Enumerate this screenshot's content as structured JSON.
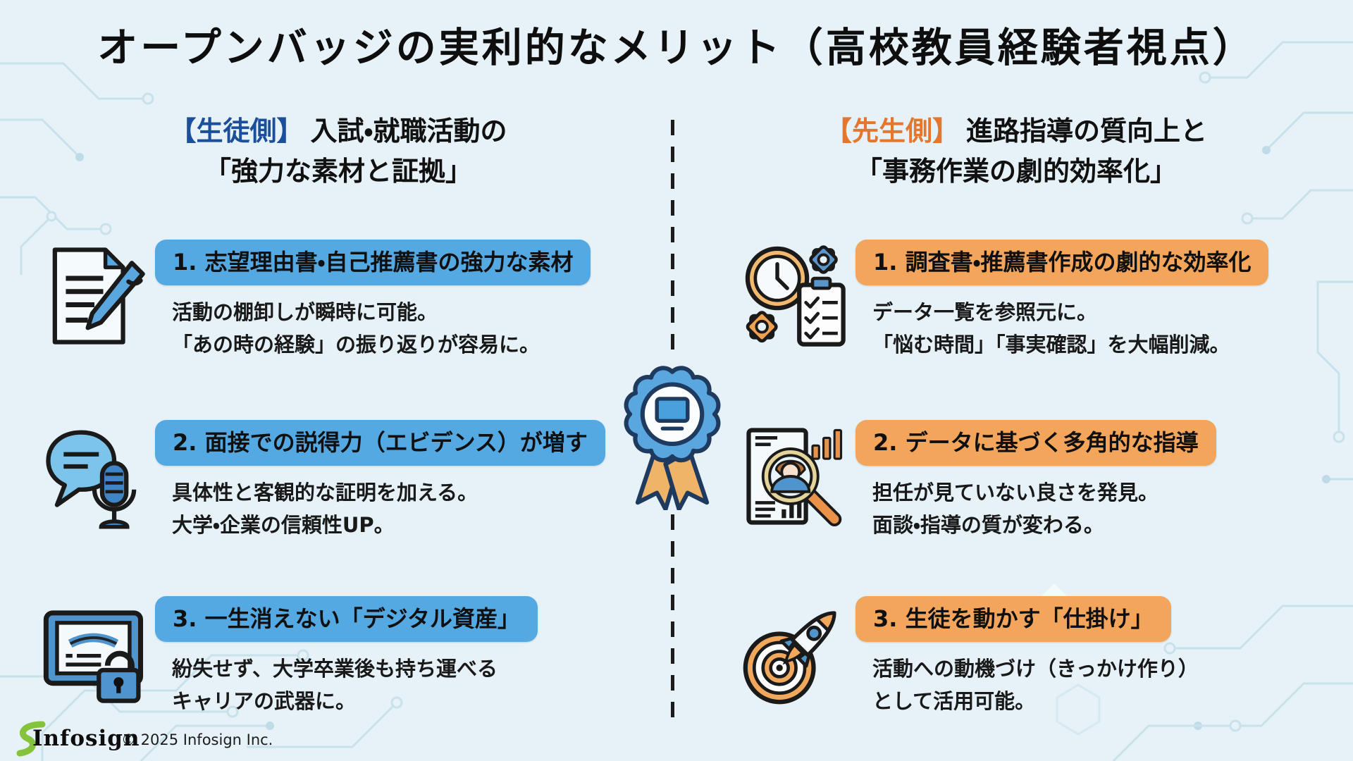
{
  "title": "オープンバッジの実利的なメリット（高校教員経験者視点）",
  "colors": {
    "background": "#e6f2f7",
    "student_accent": "#1b4e9b",
    "teacher_accent": "#e5762e",
    "student_pill": "#54a9e3",
    "teacher_pill": "#f3a55b",
    "divider": "#1c1c1c",
    "badge_blue": "#5aa7e0",
    "badge_ribbon": "#f0b468"
  },
  "left_column": {
    "tag": "【生徒側】",
    "heading_line1": "入試・就職活動の",
    "heading_line2": "「強力な素材と証拠」",
    "items": [
      {
        "icon": "document-pencil-icon",
        "title": "1. 志望理由書・自己推薦書の強力な素材",
        "body_line1": "活動の棚卸しが瞬時に可能。",
        "body_line2": "「あの時の経験」の振り返りが容易に。"
      },
      {
        "icon": "speech-bubble-microphone-icon",
        "title": "2. 面接での説得力（エビデンス）が増す",
        "body_line1": "具体性と客観的な証明を加える。",
        "body_line2": "大学・企業の信頼性UP。"
      },
      {
        "icon": "certificate-lock-icon",
        "title": "3. 一生消えない「デジタル資産」",
        "body_line1": "紛失せず、大学卒業後も持ち運べる",
        "body_line2": "キャリアの武器に。"
      }
    ]
  },
  "right_column": {
    "tag": "【先生側】",
    "heading_line1": "進路指導の質向上と",
    "heading_line2": "「事務作業の劇的効率化」",
    "items": [
      {
        "icon": "clock-gears-checklist-icon",
        "title": "1. 調査書・推薦書作成の劇的な効率化",
        "body_line1": "データ一覧を参照元に。",
        "body_line2": "「悩む時間」「事実確認」を大幅削減。"
      },
      {
        "icon": "magnifier-profile-chart-icon",
        "title": "2. データに基づく多角的な指導",
        "body_line1": "担任が見ていない良さを発見。",
        "body_line2": "面談・指導の質が変わる。"
      },
      {
        "icon": "rocket-target-icon",
        "title": "3. 生徒を動かす「仕掛け」",
        "body_line1": "活動への動機づけ（きっかけ作り）",
        "body_line2": "として活用可能。"
      }
    ]
  },
  "center_badge": {
    "icon": "open-badge-ribbon-icon"
  },
  "footer": {
    "logo_text": "Infosign",
    "copyright": "© 2025 Infosign Inc."
  }
}
